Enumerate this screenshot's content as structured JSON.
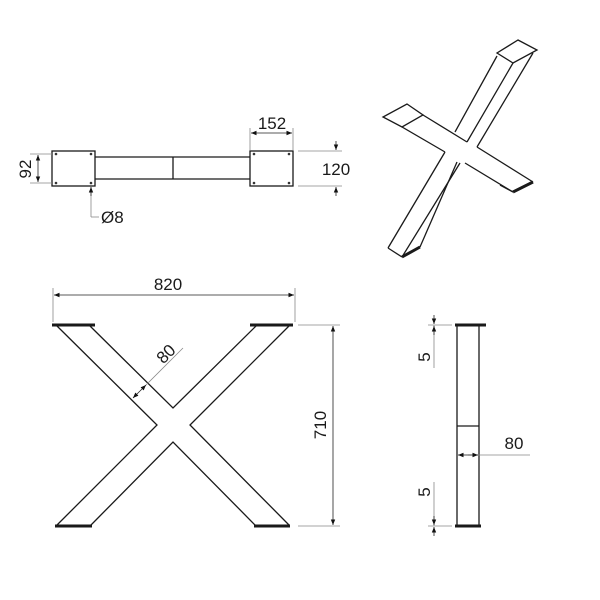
{
  "top_view": {
    "plate_width": "152",
    "plate_depth": "120",
    "hole_spacing": "92",
    "hole_diameter": "Ø8"
  },
  "isometric_view": {},
  "front_view": {
    "overall_width": "820",
    "overall_height": "710",
    "beam_width": "80"
  },
  "side_view": {
    "plate_thickness_top": "5",
    "plate_thickness_bottom": "5",
    "beam_depth": "80"
  },
  "colors": {
    "line": "#1a1a1a",
    "dimension": "#888888"
  }
}
